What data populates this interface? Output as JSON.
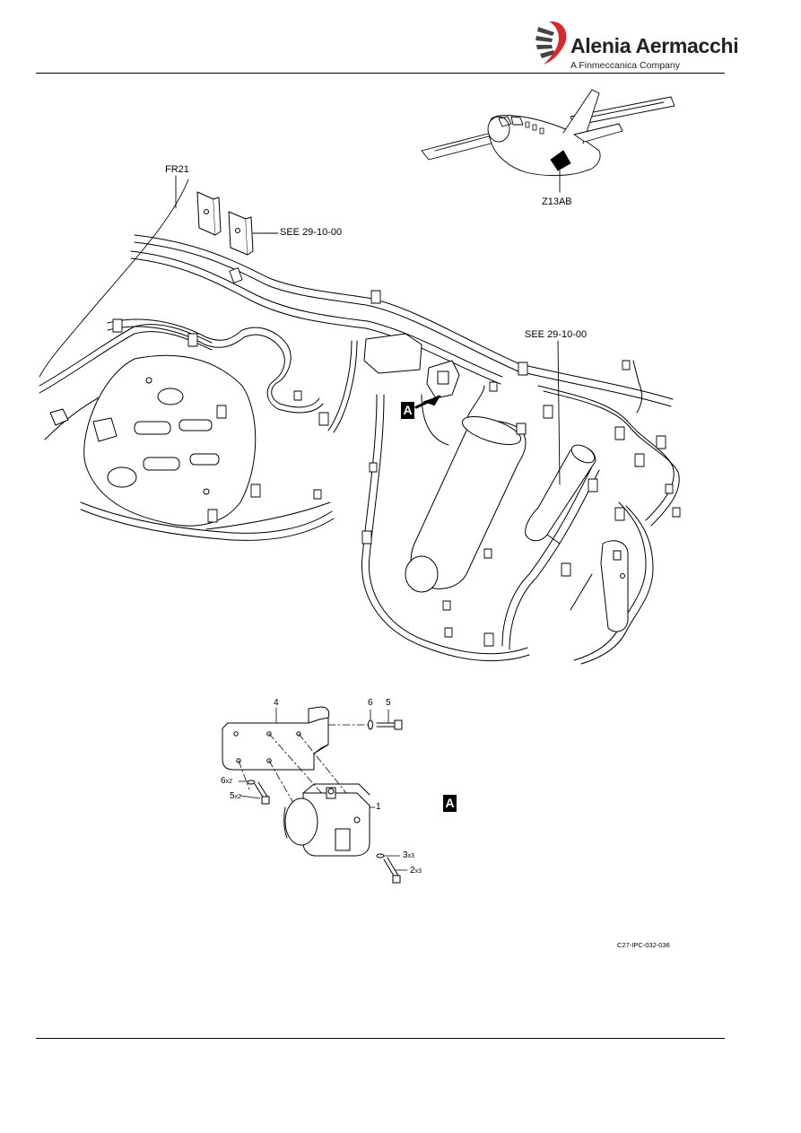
{
  "header": {
    "brand_name": "Alenia Aermacchi",
    "brand_subtitle": "A Finmeccanica Company",
    "brand_accent": "#d6282d"
  },
  "diagram": {
    "labels": {
      "frame": "FR21",
      "see_ref_top": "SEE 29-10-00",
      "see_ref_right": "SEE 29-10-00",
      "zone": "Z13AB",
      "view_callout": "A"
    },
    "detail": {
      "items": [
        {
          "num": "4",
          "mult": ""
        },
        {
          "num": "6",
          "mult": ""
        },
        {
          "num": "5",
          "mult": ""
        },
        {
          "num": "6",
          "mult": "x2"
        },
        {
          "num": "5",
          "mult": "x2"
        },
        {
          "num": "1",
          "mult": ""
        },
        {
          "num": "3",
          "mult": "x3"
        },
        {
          "num": "2",
          "mult": "x3"
        }
      ],
      "view_callout": "A"
    },
    "figure_ref": "C27-IPC-032-036"
  }
}
